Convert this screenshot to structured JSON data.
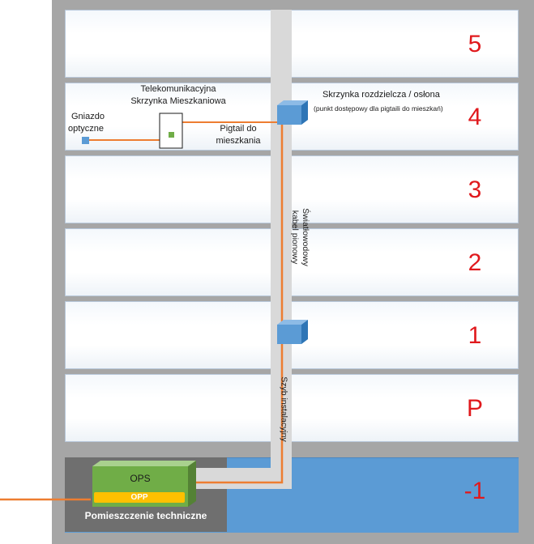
{
  "floors": [
    {
      "number": "5"
    },
    {
      "number": "4"
    },
    {
      "number": "3"
    },
    {
      "number": "2"
    },
    {
      "number": "1"
    },
    {
      "number": "P"
    }
  ],
  "basement": {
    "number": "-1"
  },
  "labels": {
    "telecom_box_line1": "Telekomunikacyjna",
    "telecom_box_line2": "Skrzynka Mieszkaniowa",
    "socket_line1": "Gniazdo",
    "socket_line2": "optyczne",
    "pigtail_line1": "Pigtail do",
    "pigtail_line2": "mieszkania",
    "distribution_box": "Skrzynka rozdzielcza / osłona",
    "distribution_box_sub": "(punkt dostępowy dla pigtaili do mieszkań)",
    "vertical_cable_line1": "Światłowodowy",
    "vertical_cable_line2": "kabel pionowy",
    "shaft": "Szyb instalacyjny",
    "ops": "OPS",
    "opp": "OPP",
    "tech_room": "Pomieszczenie techniczne"
  },
  "colors": {
    "floor_number": "#e0191d",
    "fiber": "#ed7d31",
    "shaft": "#d9d9d9",
    "box": "#5b9bd5",
    "ops": "#70ad47",
    "opp": "#ffc000",
    "basement": "#5b9bd5",
    "tech_room": "#6f6f6f"
  }
}
